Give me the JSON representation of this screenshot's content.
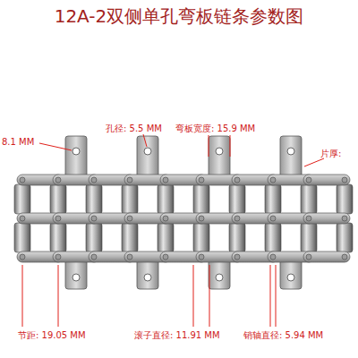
{
  "diagram": {
    "title": "12A-2双侧单孔弯板链条参数图",
    "labels": [
      "8.1 MM",
      "孔径: 5.5 MM",
      "弯板宽度: 15.9 MM",
      "片厚:",
      "节距: 19.05 MM",
      "滚子直径: 11.91 MM",
      "销轴直径: 5.94 MM"
    ]
  }
}
